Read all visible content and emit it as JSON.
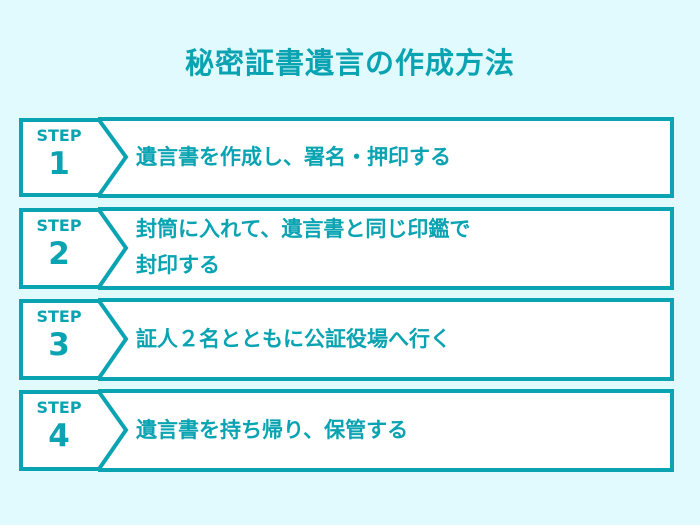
{
  "title": "秘密証書遺言の作成方法",
  "colors": {
    "accent": "#0aa3b2",
    "background": "#e0fafd",
    "box": "#ffffff"
  },
  "steps": [
    {
      "label": "STEP",
      "number": "1",
      "text": "遺言書を作成し、署名・押印する"
    },
    {
      "label": "STEP",
      "number": "2",
      "text_line1": "封筒に入れて、遺言書と同じ印鑑で",
      "text_line2": "封印する"
    },
    {
      "label": "STEP",
      "number": "3",
      "text": "証人２名とともに公証役場へ行く"
    },
    {
      "label": "STEP",
      "number": "4",
      "text": "遺言書を持ち帰り、保管する"
    }
  ]
}
